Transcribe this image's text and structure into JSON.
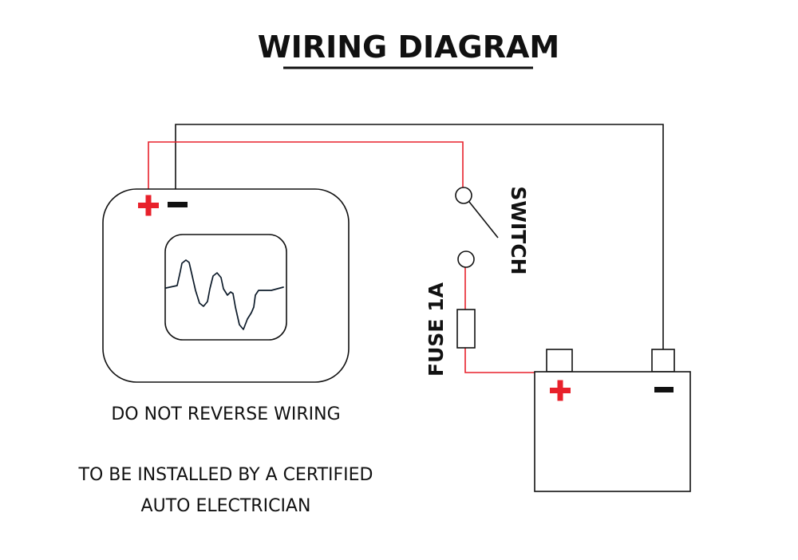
{
  "title": "WIRING DIAGRAM",
  "labels": {
    "switch": "SWITCH",
    "fuse": "FUSE 1A",
    "warning": "DO NOT REVERSE WIRING",
    "install_line1": "TO BE INSTALLED BY A CERTIFIED",
    "install_line2": "AUTO ELECTRICIAN"
  },
  "colors": {
    "positive_wire": "#e8212b",
    "negative_wire": "#111111",
    "positive_symbol": "#e8212b",
    "negative_symbol": "#111111"
  },
  "components": {
    "device": {
      "terminals": [
        "positive",
        "negative"
      ],
      "display": "waveform"
    },
    "switch": {
      "type": "single-pole"
    },
    "fuse": {
      "rating": "1A"
    },
    "battery": {
      "terminals": [
        "positive",
        "negative"
      ]
    }
  }
}
